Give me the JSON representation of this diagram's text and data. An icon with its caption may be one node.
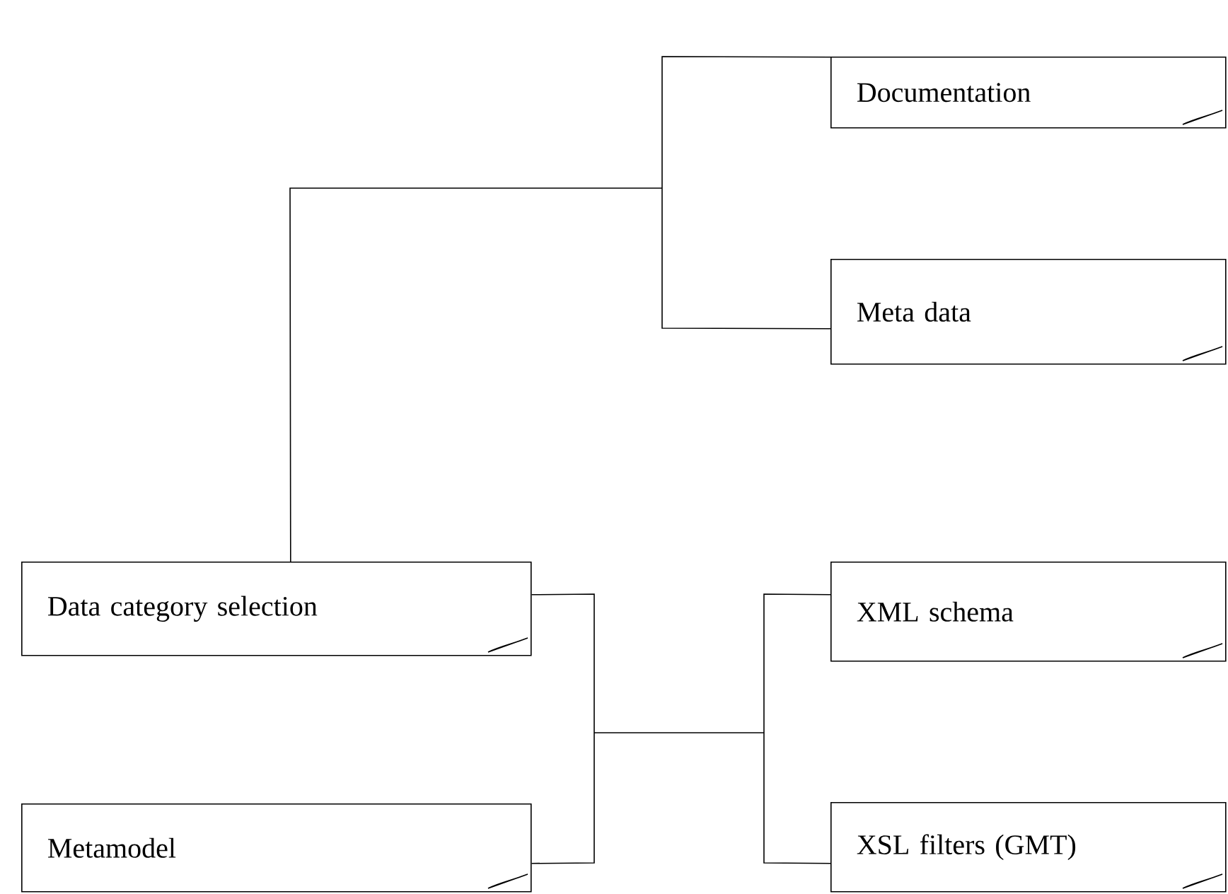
{
  "diagram": {
    "nodes": [
      {
        "text": [
          "Documentation"
        ]
      },
      {
        "text": [
          "Meta data"
        ]
      },
      {
        "text": [
          "Data category selection"
        ]
      },
      {
        "text": [
          "XML schema"
        ]
      },
      {
        "text": [
          "Metamodel"
        ]
      },
      {
        "text": [
          "XSL filters (GMT)"
        ]
      }
    ],
    "edges": [
      {
        "from": 2,
        "to": 0,
        "arrow": "none"
      },
      {
        "from": 2,
        "to": 1,
        "arrow": "none"
      },
      {
        "from": 2,
        "to": 3,
        "arrow": "none"
      },
      {
        "from": 2,
        "to": 5,
        "arrow": "none"
      },
      {
        "from": 4,
        "to": 3,
        "arrow": "none"
      },
      {
        "from": 4,
        "to": 5,
        "arrow": "none"
      }
    ]
  }
}
